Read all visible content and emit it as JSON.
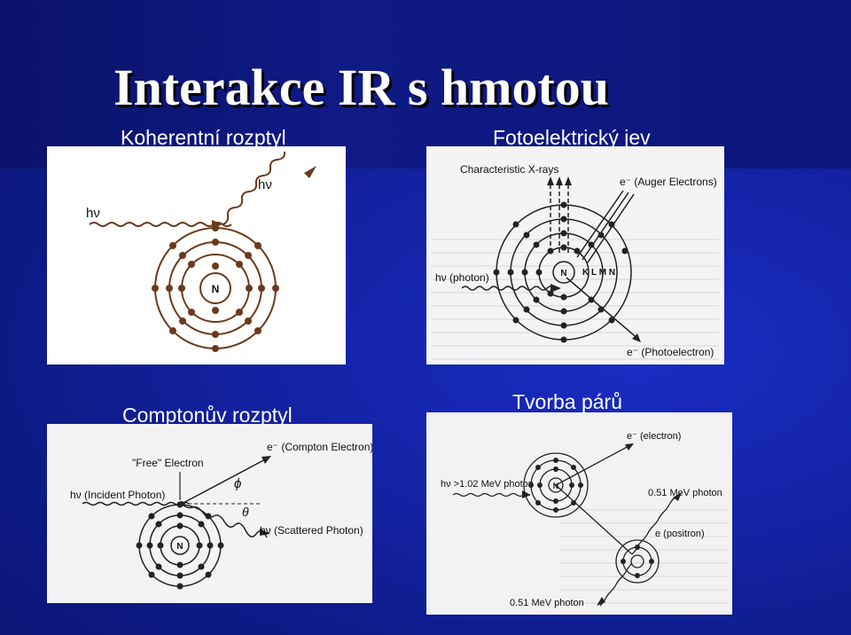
{
  "slide": {
    "title": "Interakce IR s hmotou",
    "captions": {
      "coherent": "Koherentní rozptyl",
      "photoelectric": "Fotoelektrický jev",
      "compton": "Comptonův rozptyl",
      "pair": "Tvorba párů"
    }
  },
  "figures": {
    "coherent": {
      "nucleus": "N",
      "photon_in": "hν",
      "photon_out": "hν"
    },
    "photoelectric": {
      "xrays": "Characteristic X-rays",
      "auger": "e⁻ (Auger Electrons)",
      "photon": "hν (photon)",
      "nucleus": "N",
      "shells": "K L M N",
      "photoelectron": "e⁻ (Photoelectron)"
    },
    "compton": {
      "compton_electron": "e⁻ (Compton Electron)",
      "free_electron": "\"Free\" Electron",
      "incident": "hν (Incident Photon)",
      "phi": "ϕ",
      "theta": "θ",
      "scattered": "hν (Scattered Photon)",
      "nucleus": "N"
    },
    "pair": {
      "electron": "e⁻ (electron)",
      "incident": "hν >1.02 MeV photon",
      "photon_a": "0.51 MeV photon",
      "positron": "e (positron)",
      "photon_b": "0.51 MeV photon",
      "nucleus": "N"
    }
  }
}
